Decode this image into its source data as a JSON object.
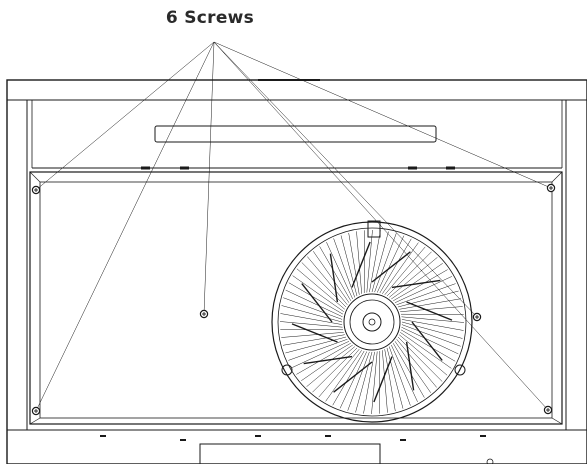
{
  "callout": {
    "label": "6 Screws"
  },
  "screws": [
    {
      "name": "screw-top-left"
    },
    {
      "name": "screw-top-right"
    },
    {
      "name": "screw-center"
    },
    {
      "name": "screw-fan-right"
    },
    {
      "name": "screw-bottom-left"
    },
    {
      "name": "screw-bottom-right"
    }
  ],
  "colors": {
    "line": "#1a1a1a",
    "background": "#ffffff"
  }
}
